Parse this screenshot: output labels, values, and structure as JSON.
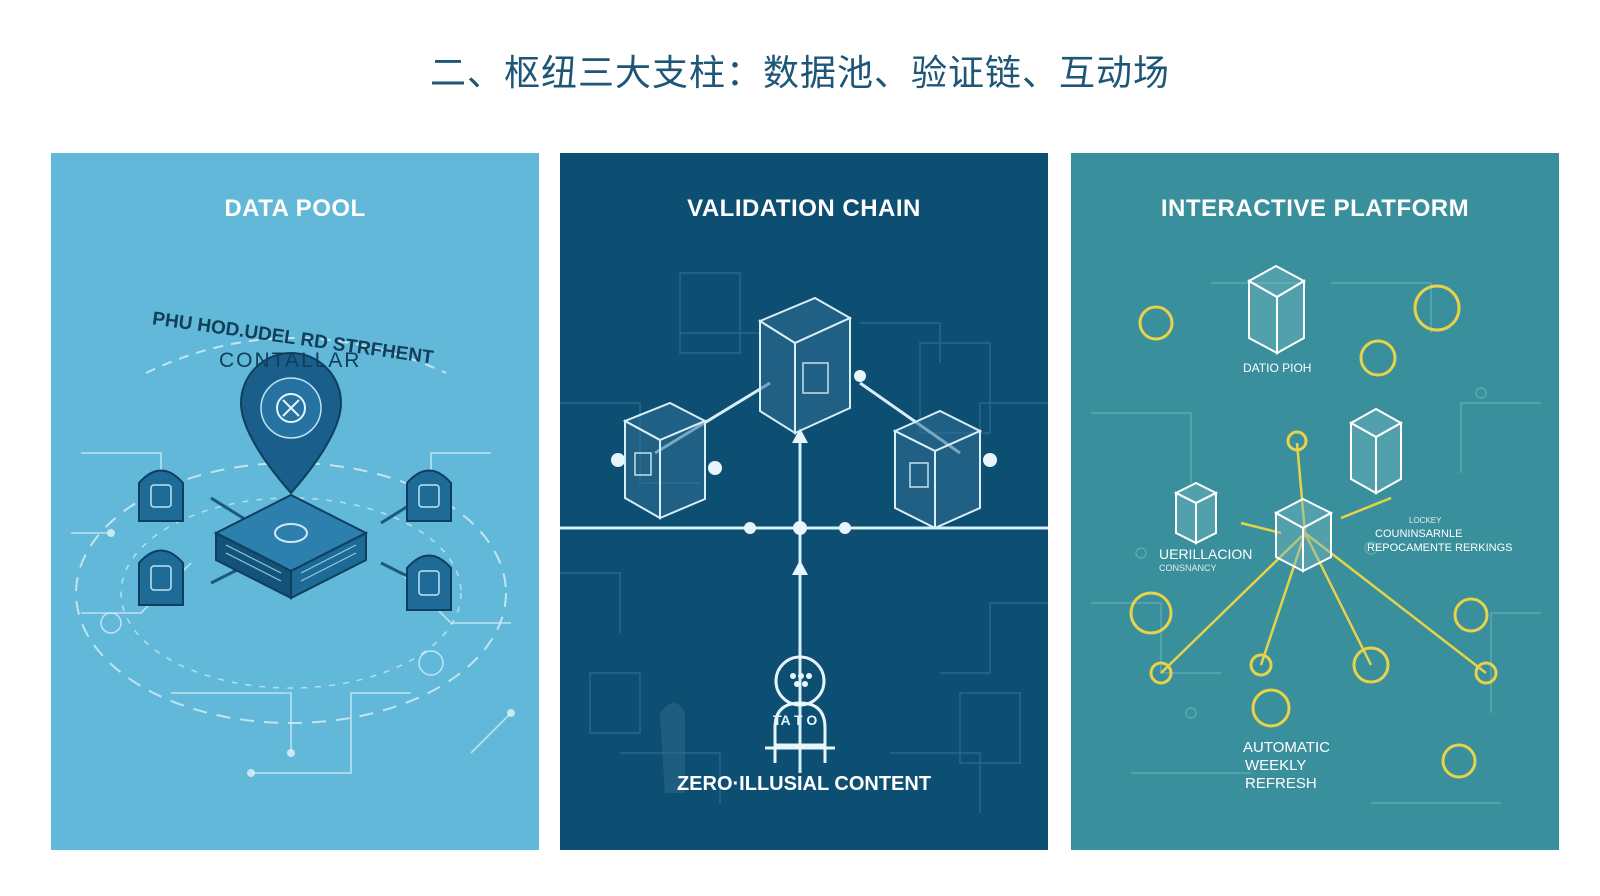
{
  "title": "二、枢纽三大支柱：数据池、验证链、互动场",
  "colors": {
    "title": "#1d5677",
    "data_pool_bg": "#62b8d8",
    "validation_chain_bg": "#0d4f72",
    "interactive_platform_bg": "#3a8f9c",
    "accent_yellow": "#e8d24a"
  },
  "panels": {
    "data_pool": {
      "heading": "DATA POOL",
      "arc_text_1": "PHU HOD.UDEL RD STRFHENT",
      "arc_text_2": "CONTALLAR",
      "icons": [
        "location-pin-icon",
        "database-server-icon",
        "node-icon"
      ]
    },
    "validation_chain": {
      "heading": "VALIDATION CHAIN",
      "small_label": "Ta t o",
      "caption": "ZERO·ILLUSIAL CONTENT",
      "icons": [
        "server-block-icon",
        "person-badge-icon"
      ]
    },
    "interactive_platform": {
      "heading": "INTERACTIVE PLATFORM",
      "label_top": "DATIO PIOH",
      "label_left": "UERILLACION",
      "label_left_sub": "CONSNANCY",
      "label_right_sub": "LOCKEY",
      "label_right_1": "COUNINSARNLE",
      "label_right_2": "REPOCAMENTE RERKINGS",
      "bottom_line_1": "AUTOMATIC",
      "bottom_line_2": "WEEKLY",
      "bottom_line_3": "REFRESH",
      "icons": [
        "server-cube-icon",
        "circle-node-icon"
      ]
    }
  }
}
